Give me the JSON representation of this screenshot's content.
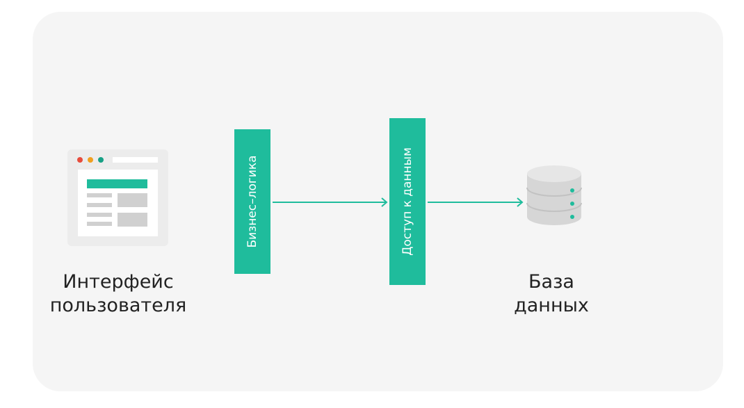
{
  "nodes": {
    "ui": {
      "label_line1": "Интерфейс",
      "label_line2": "пользователя",
      "icon": "browser-window-icon"
    },
    "business_logic": {
      "label": "Бизнес–логика"
    },
    "data_access": {
      "label": "Доступ к данным"
    },
    "database": {
      "label_line1": "База",
      "label_line2": "данных",
      "icon": "database-icon"
    }
  },
  "colors": {
    "accent": "#1fbc9c",
    "background": "#f5f5f5",
    "icon_gray": "#d0d0d0"
  }
}
